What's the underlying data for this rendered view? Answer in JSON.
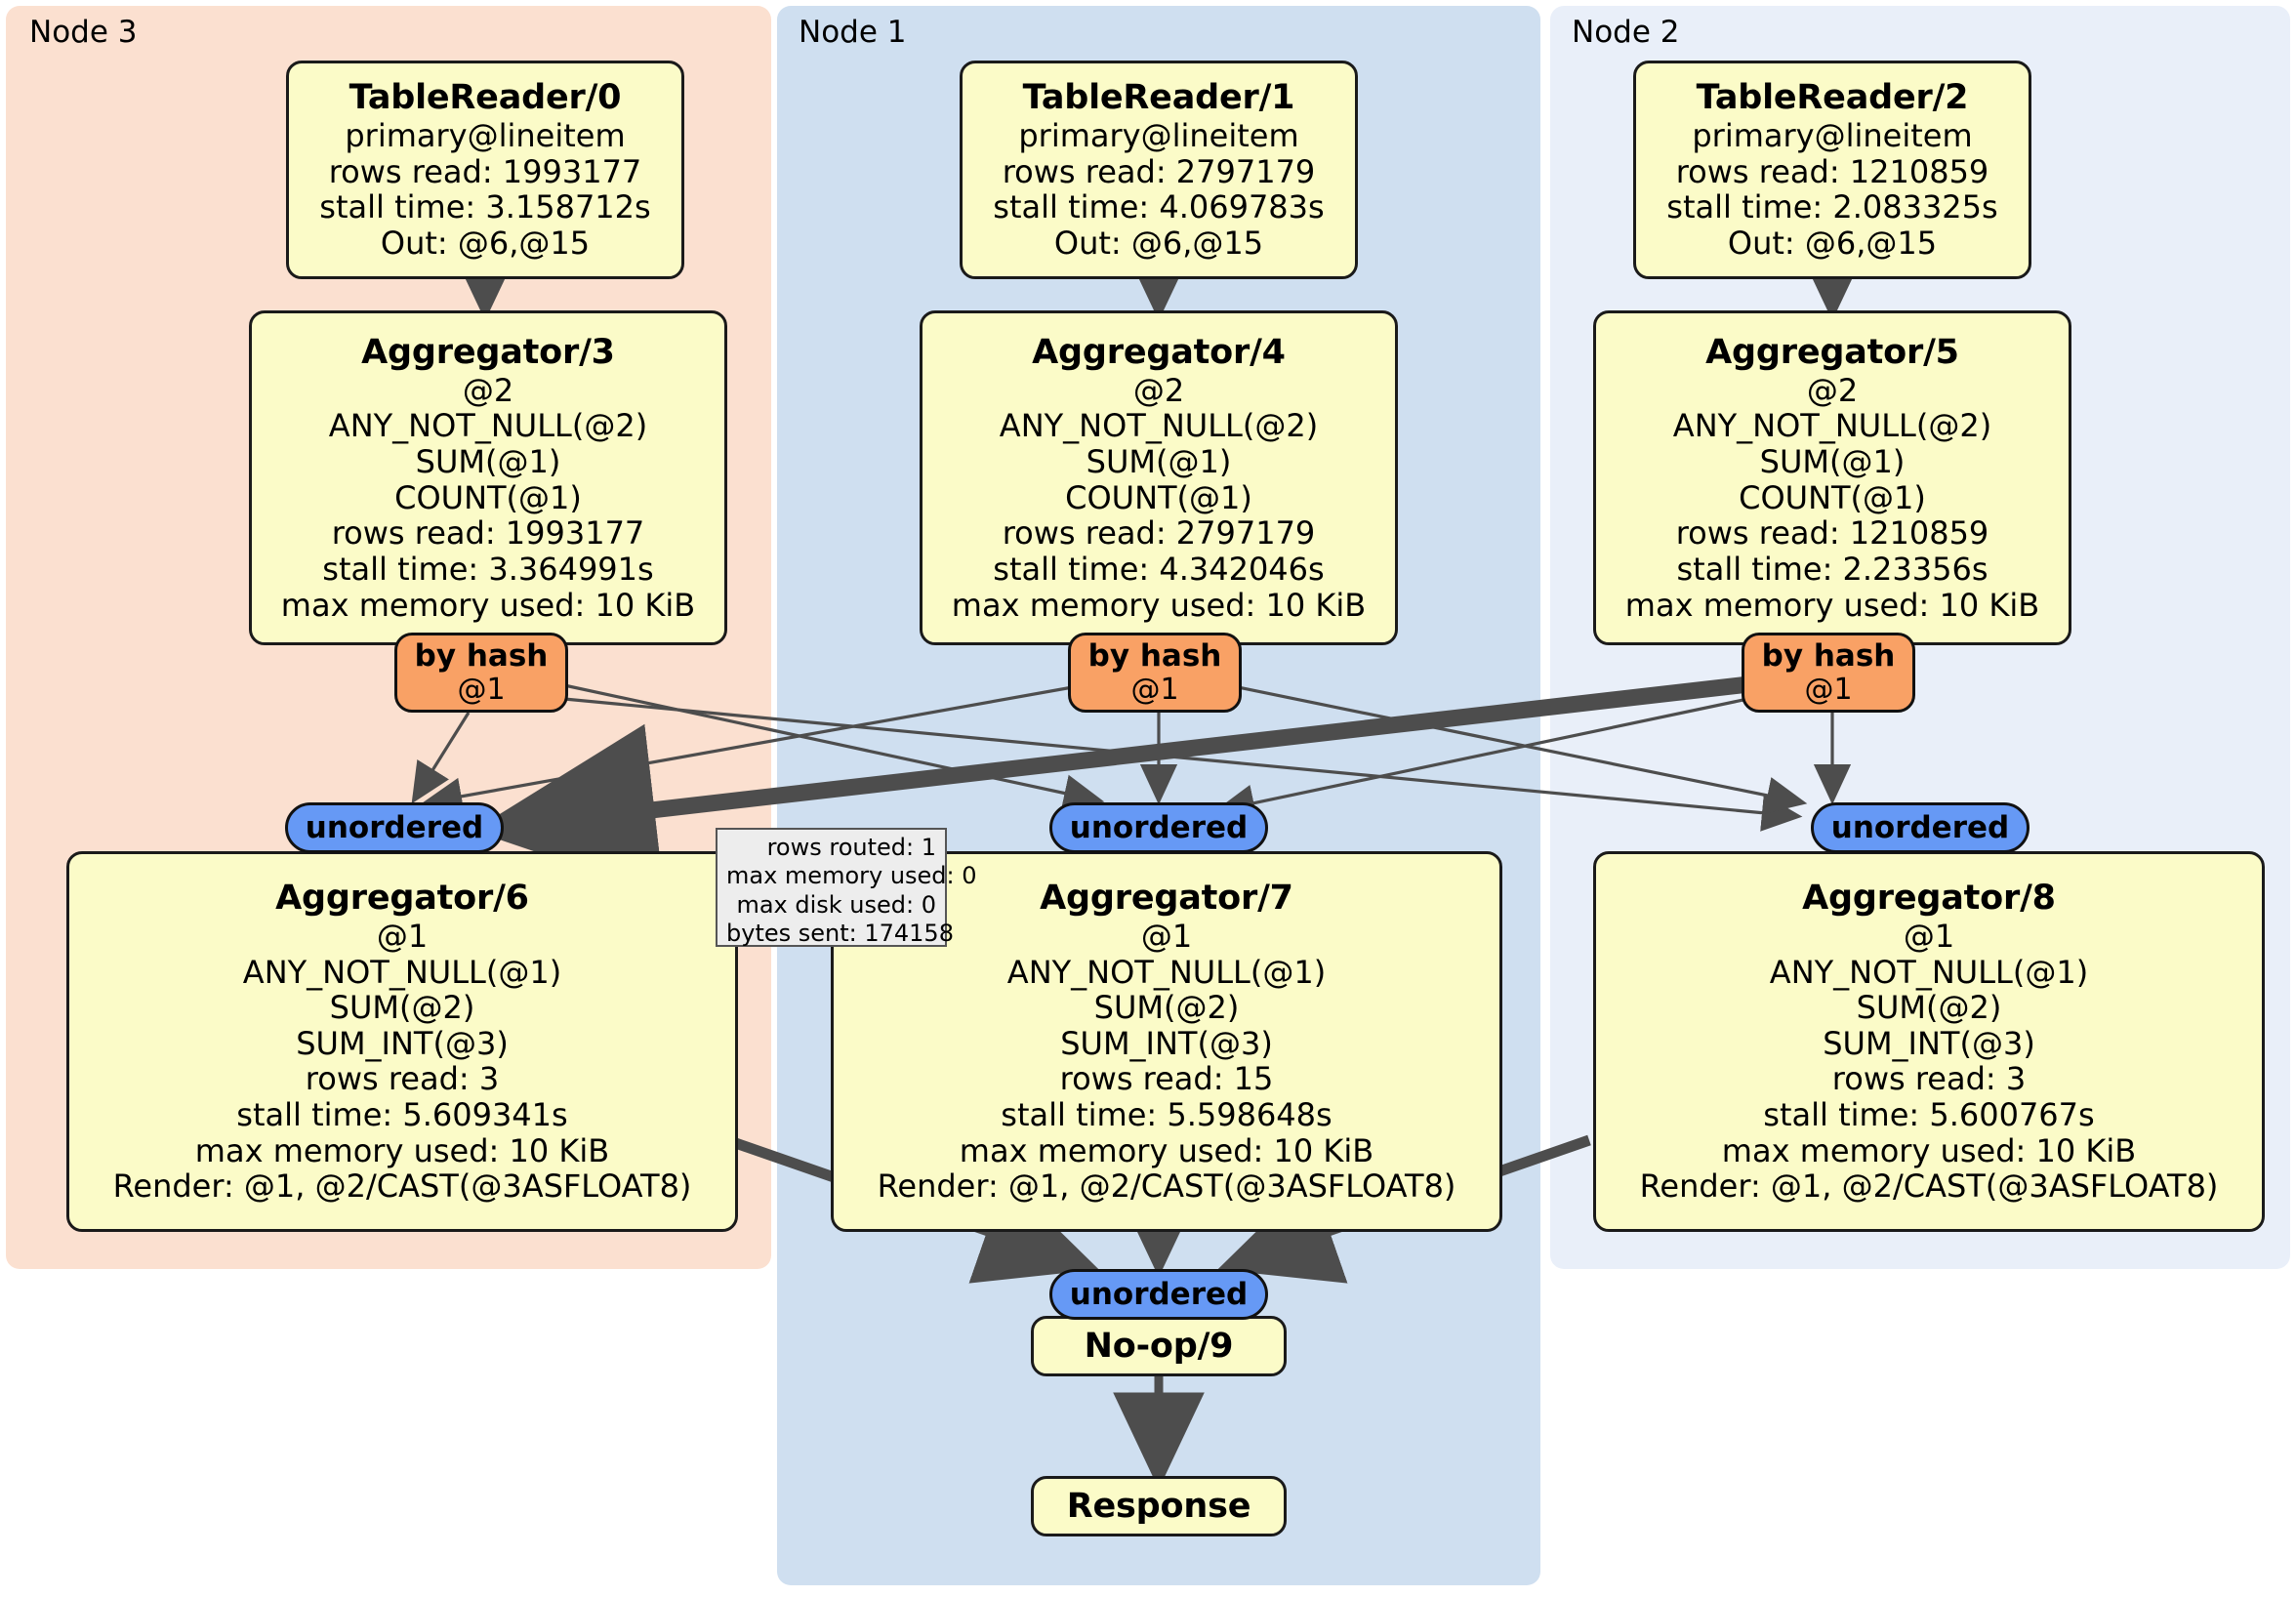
{
  "clusters": [
    {
      "label": "Node 3",
      "color": "#fbe0d0"
    },
    {
      "label": "Node 1",
      "color": "#cfdff0"
    },
    {
      "label": "Node 2",
      "color": "#e9eff9"
    }
  ],
  "colors": {
    "node_fill": "#fbfbc8",
    "node_stroke": "#1a1a1a",
    "hash_fill": "#f9a165",
    "unordered_fill": "#6699f5",
    "tooltip_fill": "#ededed",
    "edge": "#4d4d4d",
    "cluster_node3": "#fbe0d0",
    "cluster_node1": "#cfdff0",
    "cluster_node2": "#e9eff9"
  },
  "table_readers": [
    {
      "title": "TableReader/0",
      "lines": [
        "primary@lineitem",
        "rows read: 1993177",
        "stall time: 3.158712s",
        "Out: @6,@15"
      ]
    },
    {
      "title": "TableReader/1",
      "lines": [
        "primary@lineitem",
        "rows read: 2797179",
        "stall time: 4.069783s",
        "Out: @6,@15"
      ]
    },
    {
      "title": "TableReader/2",
      "lines": [
        "primary@lineitem",
        "rows read: 1210859",
        "stall time: 2.083325s",
        "Out: @6,@15"
      ]
    }
  ],
  "aggregators_upper": [
    {
      "title": "Aggregator/3",
      "lines": [
        "@2",
        "ANY_NOT_NULL(@2)",
        "SUM(@1)",
        "COUNT(@1)",
        "rows read: 1993177",
        "stall time: 3.364991s",
        "max memory used: 10 KiB"
      ]
    },
    {
      "title": "Aggregator/4",
      "lines": [
        "@2",
        "ANY_NOT_NULL(@2)",
        "SUM(@1)",
        "COUNT(@1)",
        "rows read: 2797179",
        "stall time: 4.342046s",
        "max memory used: 10 KiB"
      ]
    },
    {
      "title": "Aggregator/5",
      "lines": [
        "@2",
        "ANY_NOT_NULL(@2)",
        "SUM(@1)",
        "COUNT(@1)",
        "rows read: 1210859",
        "stall time: 2.23356s",
        "max memory used: 10 KiB"
      ]
    }
  ],
  "aggregators_lower": [
    {
      "title": "Aggregator/6",
      "lines": [
        "@1",
        "ANY_NOT_NULL(@1)",
        "SUM(@2)",
        "SUM_INT(@3)",
        "rows read: 3",
        "stall time: 5.609341s",
        "max memory used: 10 KiB",
        "Render: @1, @2/CAST(@3ASFLOAT8)"
      ]
    },
    {
      "title": "Aggregator/7",
      "lines": [
        "@1",
        "ANY_NOT_NULL(@1)",
        "SUM(@2)",
        "SUM_INT(@3)",
        "rows read: 15",
        "stall time: 5.598648s",
        "max memory used: 10 KiB",
        "Render: @1, @2/CAST(@3ASFLOAT8)"
      ]
    },
    {
      "title": "Aggregator/8",
      "lines": [
        "@1",
        "ANY_NOT_NULL(@1)",
        "SUM(@2)",
        "SUM_INT(@3)",
        "rows read: 3",
        "stall time: 5.600767s",
        "max memory used: 10 KiB",
        "Render: @1, @2/CAST(@3ASFLOAT8)"
      ]
    }
  ],
  "router_pills": [
    {
      "line1": "by hash",
      "line2": "@1"
    },
    {
      "line1": "by hash",
      "line2": "@1"
    },
    {
      "line1": "by hash",
      "line2": "@1"
    }
  ],
  "unordered_pills": [
    {
      "label": "unordered"
    },
    {
      "label": "unordered"
    },
    {
      "label": "unordered"
    },
    {
      "label": "unordered"
    }
  ],
  "tooltip": {
    "lines": [
      "rows routed: 1",
      "max memory used: 0",
      "max disk used: 0",
      "bytes sent: 174158"
    ]
  },
  "terminal": {
    "noop": "No-op/9",
    "response": "Response"
  }
}
